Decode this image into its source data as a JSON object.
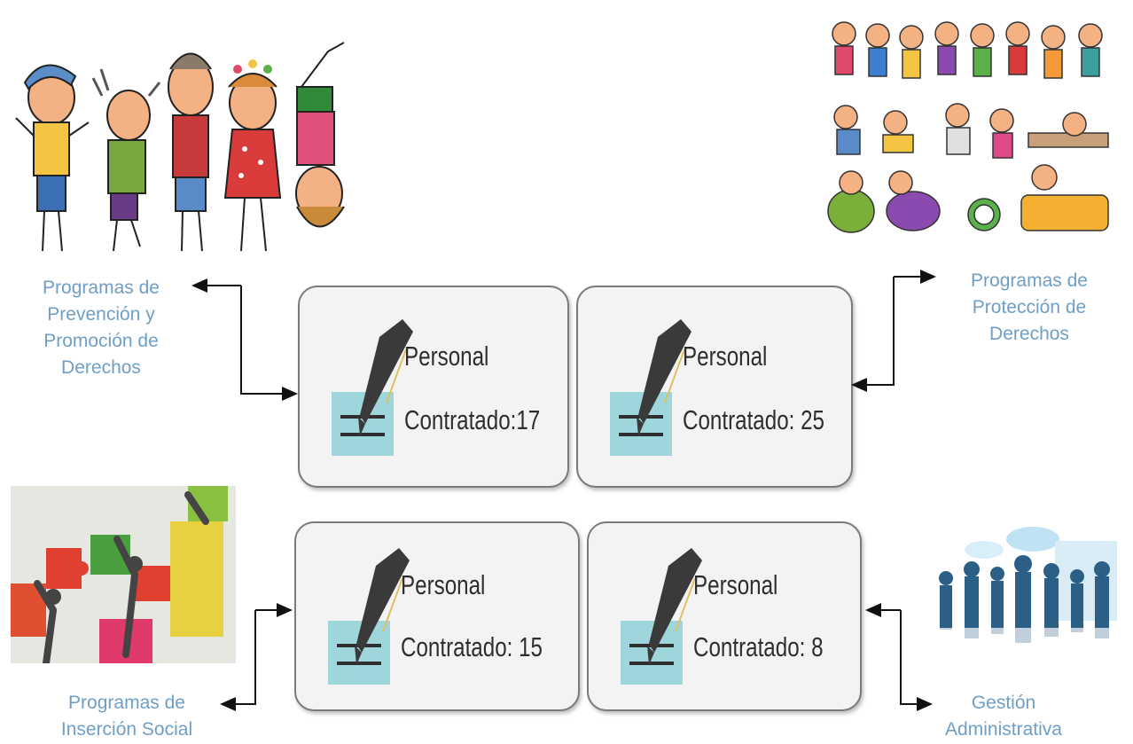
{
  "cards": [
    {
      "line1": "Personal",
      "line2": "Contratado:17"
    },
    {
      "line1": "Personal",
      "line2": "Contratado: 25"
    },
    {
      "line1": "Personal",
      "line2": "Contratado: 15"
    },
    {
      "line1": "Personal",
      "line2": "Contratado: 8"
    }
  ],
  "programs": {
    "prevencion": [
      "Programas de",
      "Prevención y",
      "Promoción de",
      "Derechos"
    ],
    "proteccion": [
      "Programas de",
      "Protección de",
      "Derechos"
    ],
    "insercion": [
      "Programas de",
      "Inserción Social"
    ],
    "gestion": [
      "Gestión",
      "Administrativa"
    ]
  },
  "icons": {
    "card_icon": "pen-on-document-icon",
    "kids_left": "children-illustration",
    "kids_right": "children-collage-illustration",
    "puzzle": "puzzle-people-illustration",
    "office": "office-people-illustration"
  },
  "colors": {
    "label": "#6f9ec7",
    "card_bg": "#f3f3f3",
    "card_border": "#7a7a7a",
    "pen": "#3a3a3a",
    "doc": "#9fd6dc"
  }
}
